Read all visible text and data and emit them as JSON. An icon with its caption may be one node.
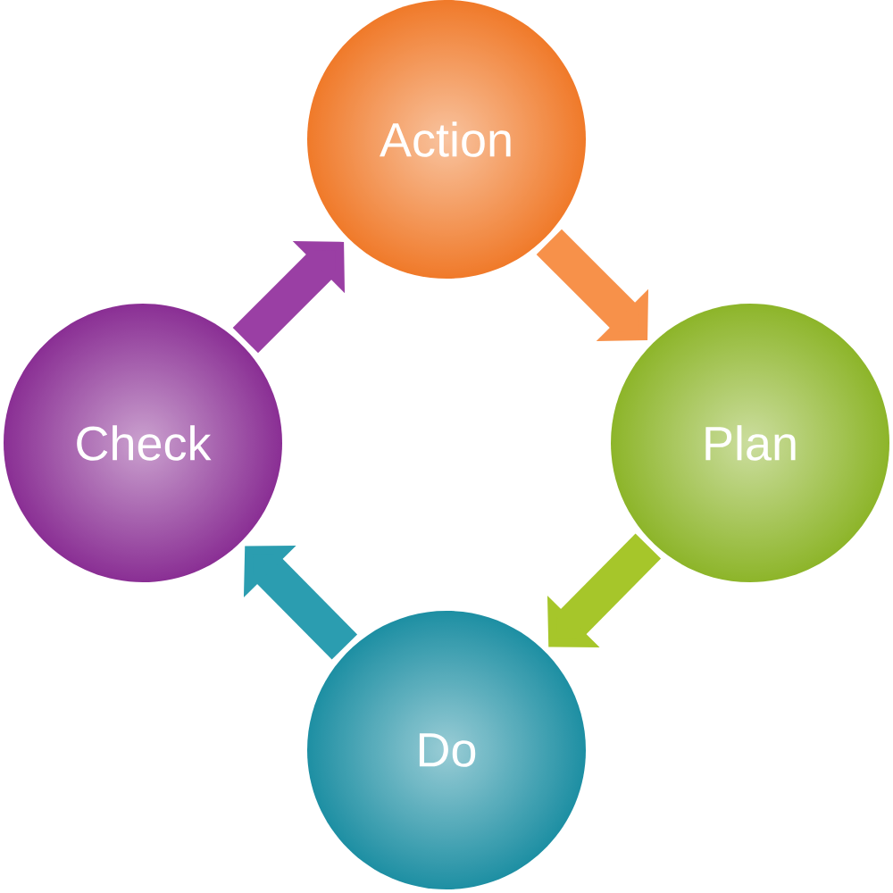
{
  "diagram": {
    "nodes": [
      {
        "text": [
          "Action"
        ]
      },
      {
        "text": [
          "Plan"
        ]
      },
      {
        "text": [
          "Do"
        ]
      },
      {
        "text": [
          "Check"
        ]
      }
    ],
    "edges": [
      {
        "from": 0,
        "to": 1,
        "arrow": "to",
        "color": "#f7914a"
      },
      {
        "from": 1,
        "to": 2,
        "arrow": "to",
        "color": "#a6c62a"
      },
      {
        "from": 2,
        "to": 3,
        "arrow": "to",
        "color": "#2b9db0"
      },
      {
        "from": 3,
        "to": 0,
        "arrow": "to",
        "color": "#9a3fa4"
      }
    ]
  }
}
